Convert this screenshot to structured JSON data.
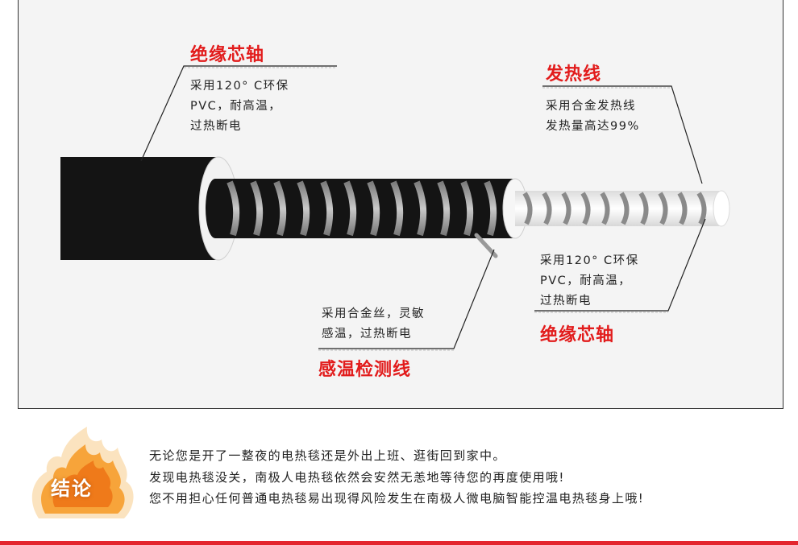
{
  "colors": {
    "accent": "#e21c1c",
    "rule": "#e3262e",
    "flame": "#f58a1f",
    "flame_light": "#fdd28a"
  },
  "labels": {
    "left_insulation": {
      "title": "绝缘芯轴",
      "lines": [
        "采用120° C环保",
        "PVC，耐高温，",
        "过热断电"
      ]
    },
    "heating_wire": {
      "title": "发热线",
      "lines": [
        "采用合金发热线",
        "发热量高达99%"
      ]
    },
    "right_insulation": {
      "title": "绝缘芯轴",
      "lines": [
        "采用120° C环保",
        "PVC，耐高温，",
        "过热断电"
      ]
    },
    "sensor_wire": {
      "title": "感温检测线",
      "lines": [
        "采用合金丝，灵敏",
        "感温，过热断电"
      ]
    }
  },
  "conclusion": {
    "badge": "结论",
    "lines": [
      "无论您是开了一整夜的电热毯还是外出上班、逛街回到家中。",
      "发现电热毯没关，南极人电热毯依然会安然无恙地等待您的再度使用哦!",
      "您不用担心任何普通电热毯易出现得风险发生在南极人微电脑智能控温电热毯身上哦!"
    ]
  }
}
